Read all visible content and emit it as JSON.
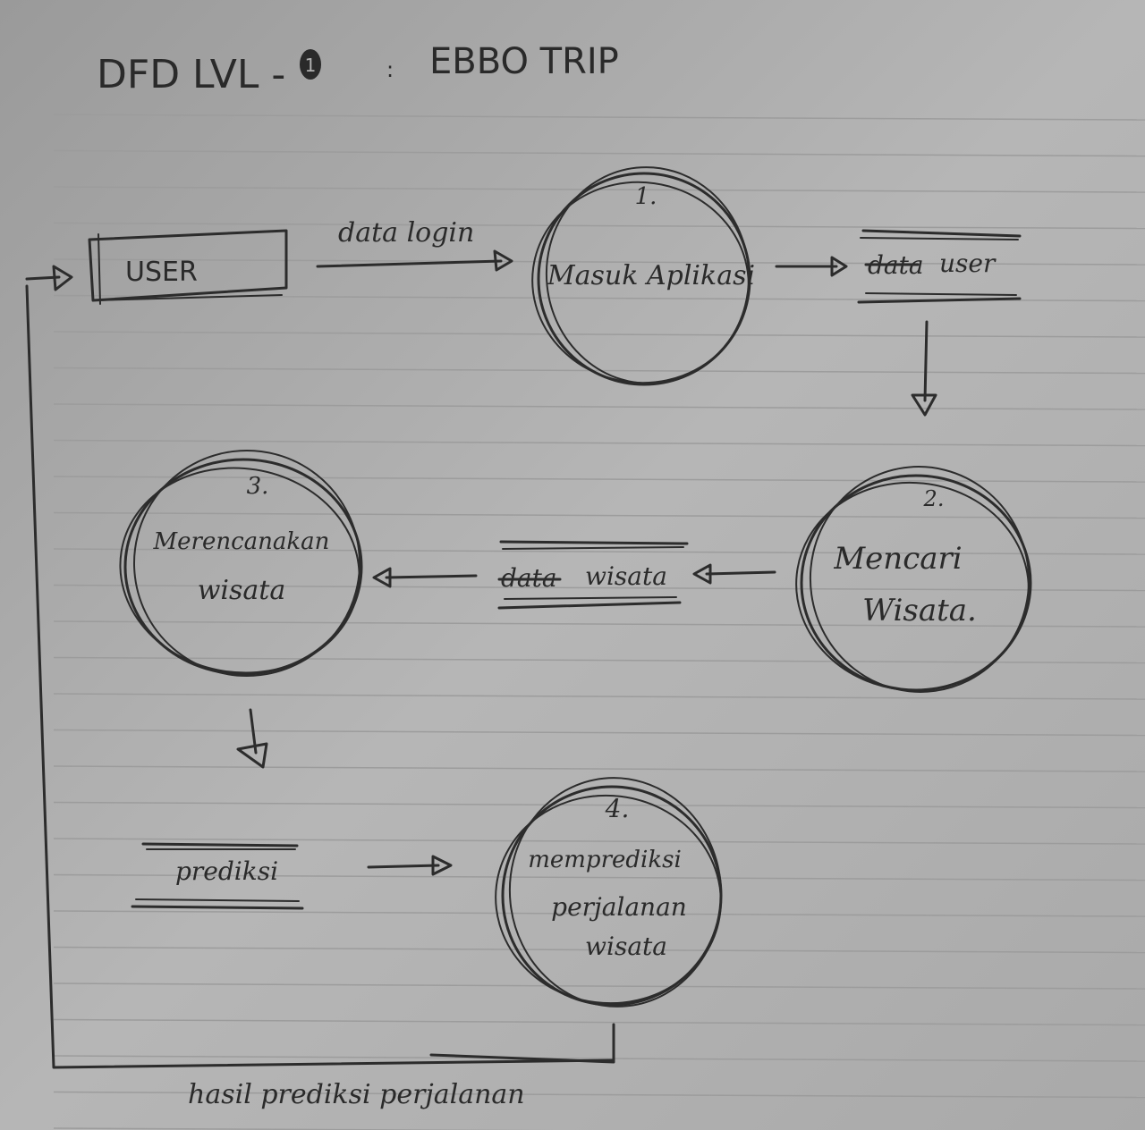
{
  "title": {
    "left": "DFD LVL -",
    "level": "1",
    "separator": ":",
    "app_name": "EBBO TRIP"
  },
  "entities": {
    "user": "USER"
  },
  "processes": [
    {
      "number": "1.",
      "lines": [
        "Masuk Aplikasi"
      ]
    },
    {
      "number": "2.",
      "lines": [
        "Mencari",
        "Wisata."
      ]
    },
    {
      "number": "3.",
      "lines": [
        "Merencanakan",
        "wisata"
      ]
    },
    {
      "number": "4.",
      "lines": [
        "memprediksi",
        "perjalanan",
        "wisata"
      ]
    }
  ],
  "data_stores": {
    "user_store": {
      "struck": "data",
      "label": "user"
    },
    "wisata_store": {
      "struck": "data",
      "label": "wisata"
    },
    "prediksi_store": {
      "label": "prediksi"
    }
  },
  "flows": {
    "login": "data login",
    "return": "hasil prediksi perjalanan"
  }
}
